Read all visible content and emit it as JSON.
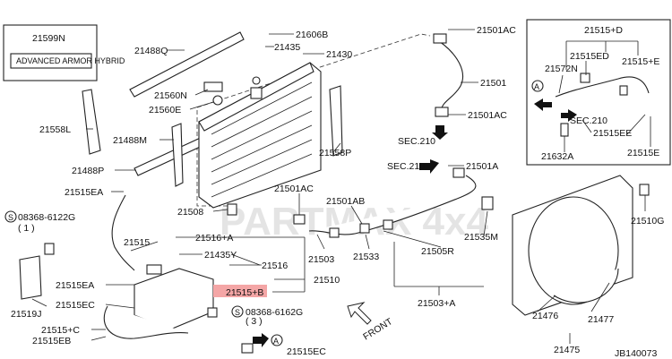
{
  "diagram": {
    "drawing_number": "JB140073",
    "watermark_text": "PARTMAX 4x4",
    "label_sticker_text": "ADVANCED ARMOR HYBRID",
    "highlight_color": "#f4a6a6",
    "parts": {
      "p21599N": "21599N",
      "p21488Q": "21488Q",
      "p21606B": "21606B",
      "p21435": "21435",
      "p21430": "21430",
      "p21501AC_top": "21501AC",
      "p21501": "21501",
      "p21501AC_mid": "21501AC",
      "p21560N": "21560N",
      "p21560E": "21560E",
      "p21558L": "21558L",
      "p21488M": "21488M",
      "p21558P": "21558P",
      "p21488P": "21488P",
      "p21515EA_top": "21515EA",
      "p08368_6122G": "08368-6122G",
      "p08368_6122G_qty": "( 1 )",
      "p21508": "21508",
      "p21501AC_low": "21501AC",
      "p21501AB": "21501AB",
      "p21501A": "21501A",
      "sec210_mid": "SEC.210",
      "sec210_low": "SEC.210",
      "p21515": "21515",
      "p21516A": "21516+A",
      "p21435Y": "21435Y",
      "p21516": "21516",
      "p21503": "21503",
      "p21533": "21533",
      "p21505R": "21505R",
      "p21535M": "21535M",
      "p21510": "21510",
      "p21515B": "21515+B",
      "p21515EA_low": "21515EA",
      "p21519J": "21519J",
      "p21515EC_left": "21515EC",
      "p08368_6162G": "08368-6162G",
      "p08368_6162G_qty": "( 3 )",
      "p21515C": "21515+C",
      "p21515EB": "21515EB",
      "p21515EC_bottom": "21515EC",
      "p21503A": "21503+A",
      "front": "FRONT",
      "ref_a_bottom": "A",
      "p21515D": "21515+D",
      "p21515ED": "21515ED",
      "p21572N": "21572N",
      "p21515E_top": "21515+E",
      "ref_a_inset": "A",
      "sec210_inset": "SEC.210",
      "p21515EE": "21515EE",
      "p21632A": "21632A",
      "p21515E": "21515E",
      "p21510G": "21510G",
      "p21476": "21476",
      "p21477": "21477",
      "p21475": "21475",
      "screw_symbol": "S"
    }
  }
}
